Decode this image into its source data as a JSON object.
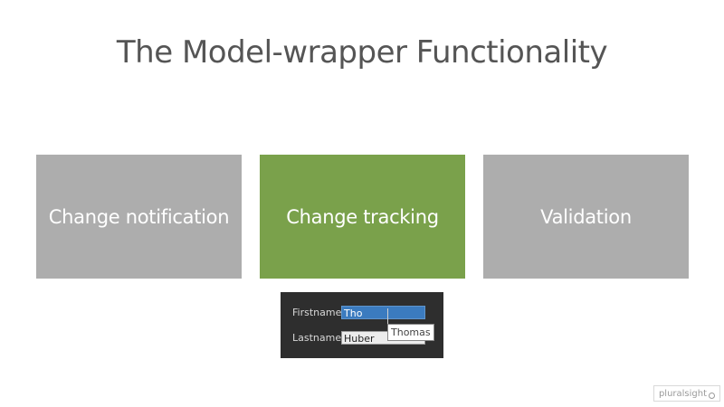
{
  "slide": {
    "title": "The Model-wrapper Functionality"
  },
  "tiles": [
    {
      "label": "Change notification",
      "color": "#adadad"
    },
    {
      "label": "Change tracking",
      "color": "#7aa14b"
    },
    {
      "label": "Validation",
      "color": "#adadad"
    }
  ],
  "demo": {
    "firstname_label": "Firstname",
    "firstname_value": "Tho",
    "lastname_label": "Lastname",
    "lastname_value": "Huber",
    "tooltip": "Thomas"
  },
  "brand": {
    "logo_text": "pluralsight",
    "logo_icon": "circle-mark-icon"
  }
}
